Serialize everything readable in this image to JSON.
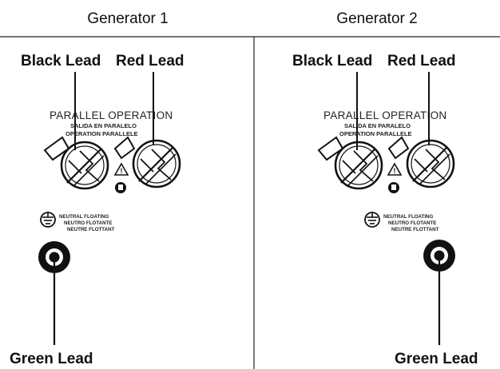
{
  "headers": {
    "generator_1": "Generator 1",
    "generator_2": "Generator 2"
  },
  "leads": {
    "black": "Black Lead",
    "red": "Red Lead",
    "green": "Green Lead"
  },
  "panel": {
    "title": "PARALLEL OPERATION",
    "subtitle_es": "SALIDA EN PARALELO",
    "subtitle_fr": "OPERATION PARALLELE",
    "neutral_en": "NEUTRAL FLOATING",
    "neutral_es": "NEUTRO FLOTANTE",
    "neutral_fr": "NEUTRE FLOTTANT"
  }
}
